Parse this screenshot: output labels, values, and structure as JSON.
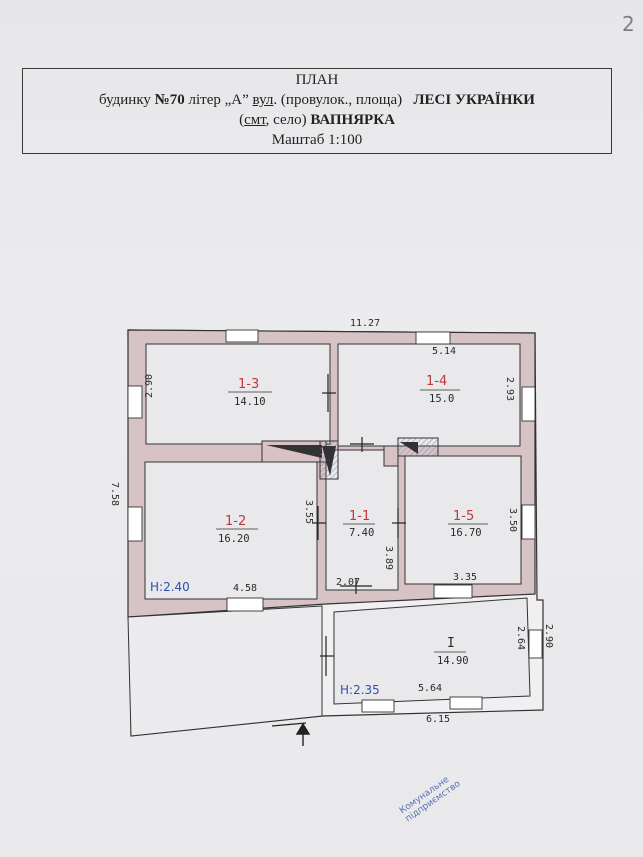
{
  "page_number": "2",
  "title": {
    "heading": "ПЛАН",
    "line2_prefix": "будинку ",
    "line2_number": "№70",
    "line2_mid": " літер „А” ",
    "line2_street_abbr": "вул",
    "line2_rest": ". (провулок., площа)",
    "street_name": "ЛЕСІ УКРАЇНКИ",
    "line3_open": "(",
    "line3_smt": "смт",
    "line3_rest": ", село) ",
    "village": "ВАПНЯРКА",
    "scale": "Маштаб 1:100"
  },
  "plan": {
    "overall_width": "11.27",
    "overall_depth": "7.58",
    "rooms": [
      {
        "id": "1-3",
        "area": "14.10"
      },
      {
        "id": "1-4",
        "area": "15.0"
      },
      {
        "id": "1-2",
        "area": "16.20"
      },
      {
        "id": "1-1",
        "area": "7.40"
      },
      {
        "id": "1-5",
        "area": "16.70"
      },
      {
        "id": "I",
        "area": "14.90"
      }
    ],
    "dimensions": {
      "room13_depth": "2.90",
      "room14_width": "5.14",
      "room14_depth": "2.93",
      "room12_depth": "3.55",
      "room12_width": "4.58",
      "room11_width": "2.07",
      "room11_depth": "3.89",
      "room15_width": "3.35",
      "room15_depth": "3.50",
      "veranda_depth": "2.64",
      "veranda_outer_depth": "2.90",
      "veranda_inner_width": "5.64",
      "veranda_outer_width": "6.15"
    },
    "heights": {
      "main": "H:2.40",
      "veranda": "H:2.35"
    }
  },
  "stamp_text": "Комунальне підприємство"
}
